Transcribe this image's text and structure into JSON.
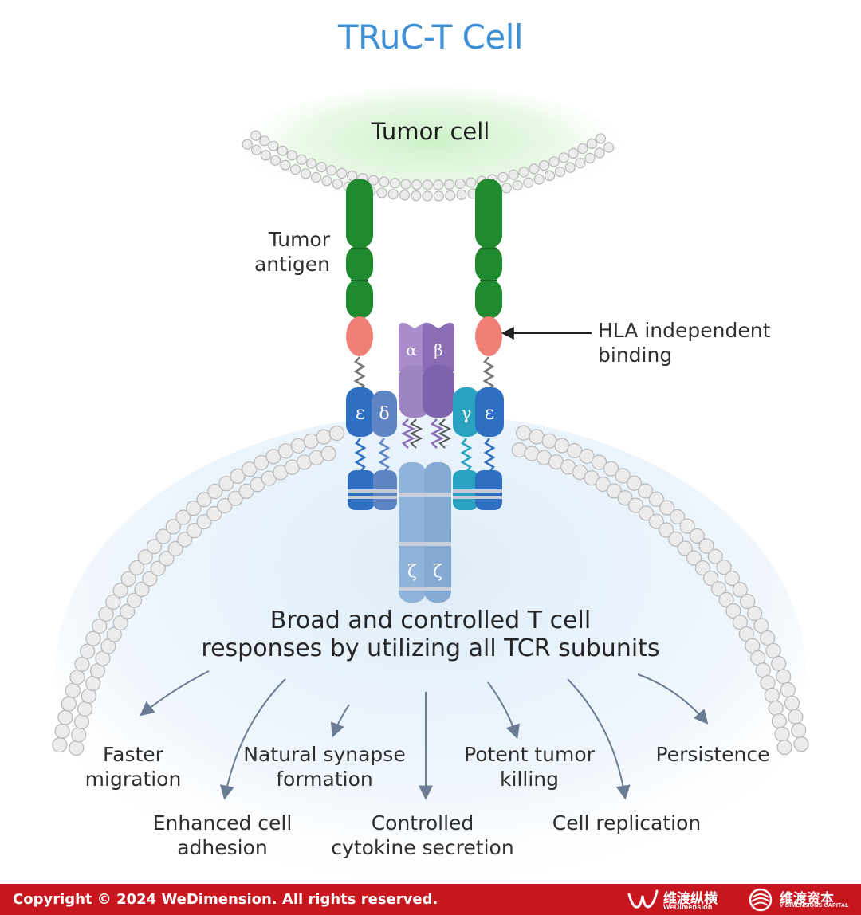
{
  "title": "TRuC-T Cell",
  "labels": {
    "tumor_cell": "Tumor cell",
    "tumor_antigen": [
      "Tumor",
      "antigen"
    ],
    "hla_binding": [
      "HLA independent",
      "binding"
    ],
    "summary": [
      "Broad and controlled T cell",
      "responses by utilizing all TCR subunits"
    ]
  },
  "subunits": {
    "alpha": "α",
    "beta": "β",
    "epsilon": "ε",
    "delta": "δ",
    "gamma": "γ",
    "zeta": "ζ"
  },
  "outcomes": [
    [
      "Faster",
      "migration"
    ],
    [
      "Enhanced cell",
      "adhesion"
    ],
    [
      "Natural synapse",
      "formation"
    ],
    [
      "Controlled",
      "cytokine secretion"
    ],
    [
      "Potent tumor",
      "killing"
    ],
    [
      "Cell replication"
    ],
    [
      "Persistence"
    ]
  ],
  "footer": {
    "copyright": "Copyright © 2024 WeDimension. All rights reserved.",
    "logo1_cn": "维渡纵横",
    "logo1_en": "WeDimension",
    "logo2_cn": "维渡资本",
    "logo2_en": "V DIMENSIONS CAPITAL"
  },
  "colors": {
    "title": "#3d8fd6",
    "antigen_green": "#1f8a2e",
    "binder_pink": "#ef8078",
    "alpha_beta": "#9f84c4",
    "epsilon_blue": "#2f6fc2",
    "delta_blue": "#5e84c4",
    "gamma_teal": "#2aa3c0",
    "zeta_blue": "#8fb3d9",
    "footer_red": "#c8161e"
  }
}
